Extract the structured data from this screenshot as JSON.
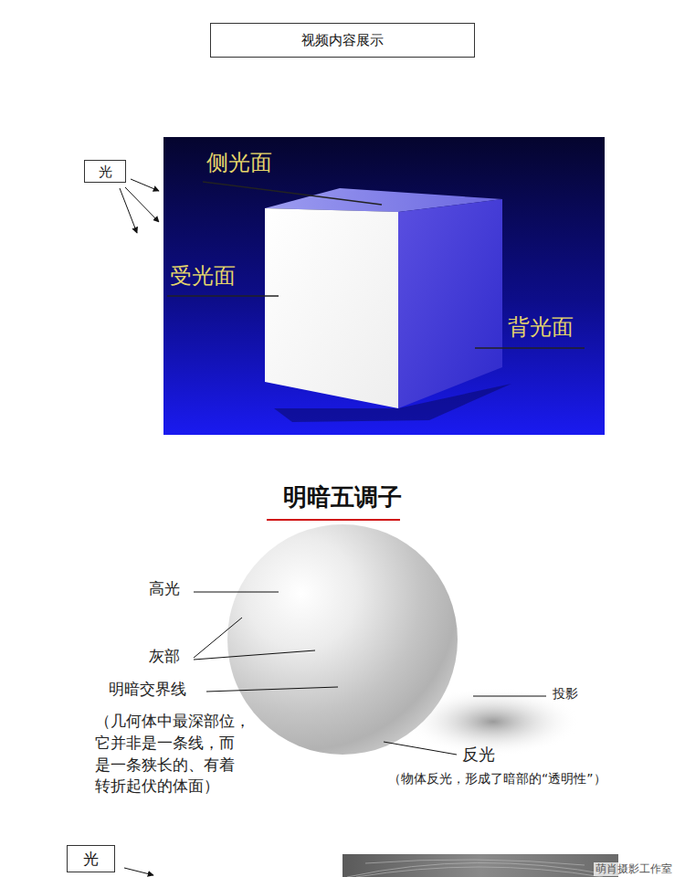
{
  "diagram": {
    "title": "明暗五调子",
    "nodes": [
      {
        "text": [
          "视频内容展示"
        ]
      },
      {
        "text": [
          "光"
        ]
      },
      {
        "text": [
          "光"
        ]
      }
    ],
    "labels": [
      "侧光面",
      "受光面",
      "背光面",
      "高光",
      "灰部",
      "明暗交界线",
      "（几何体中最深部位， 它并非是一条线，而 是一条狭长的、有着 转折起伏的体面）",
      "投影",
      "反光",
      "（物体反光，形成了暗部的“透明性”）",
      "萌肖摄影工作室"
    ]
  }
}
